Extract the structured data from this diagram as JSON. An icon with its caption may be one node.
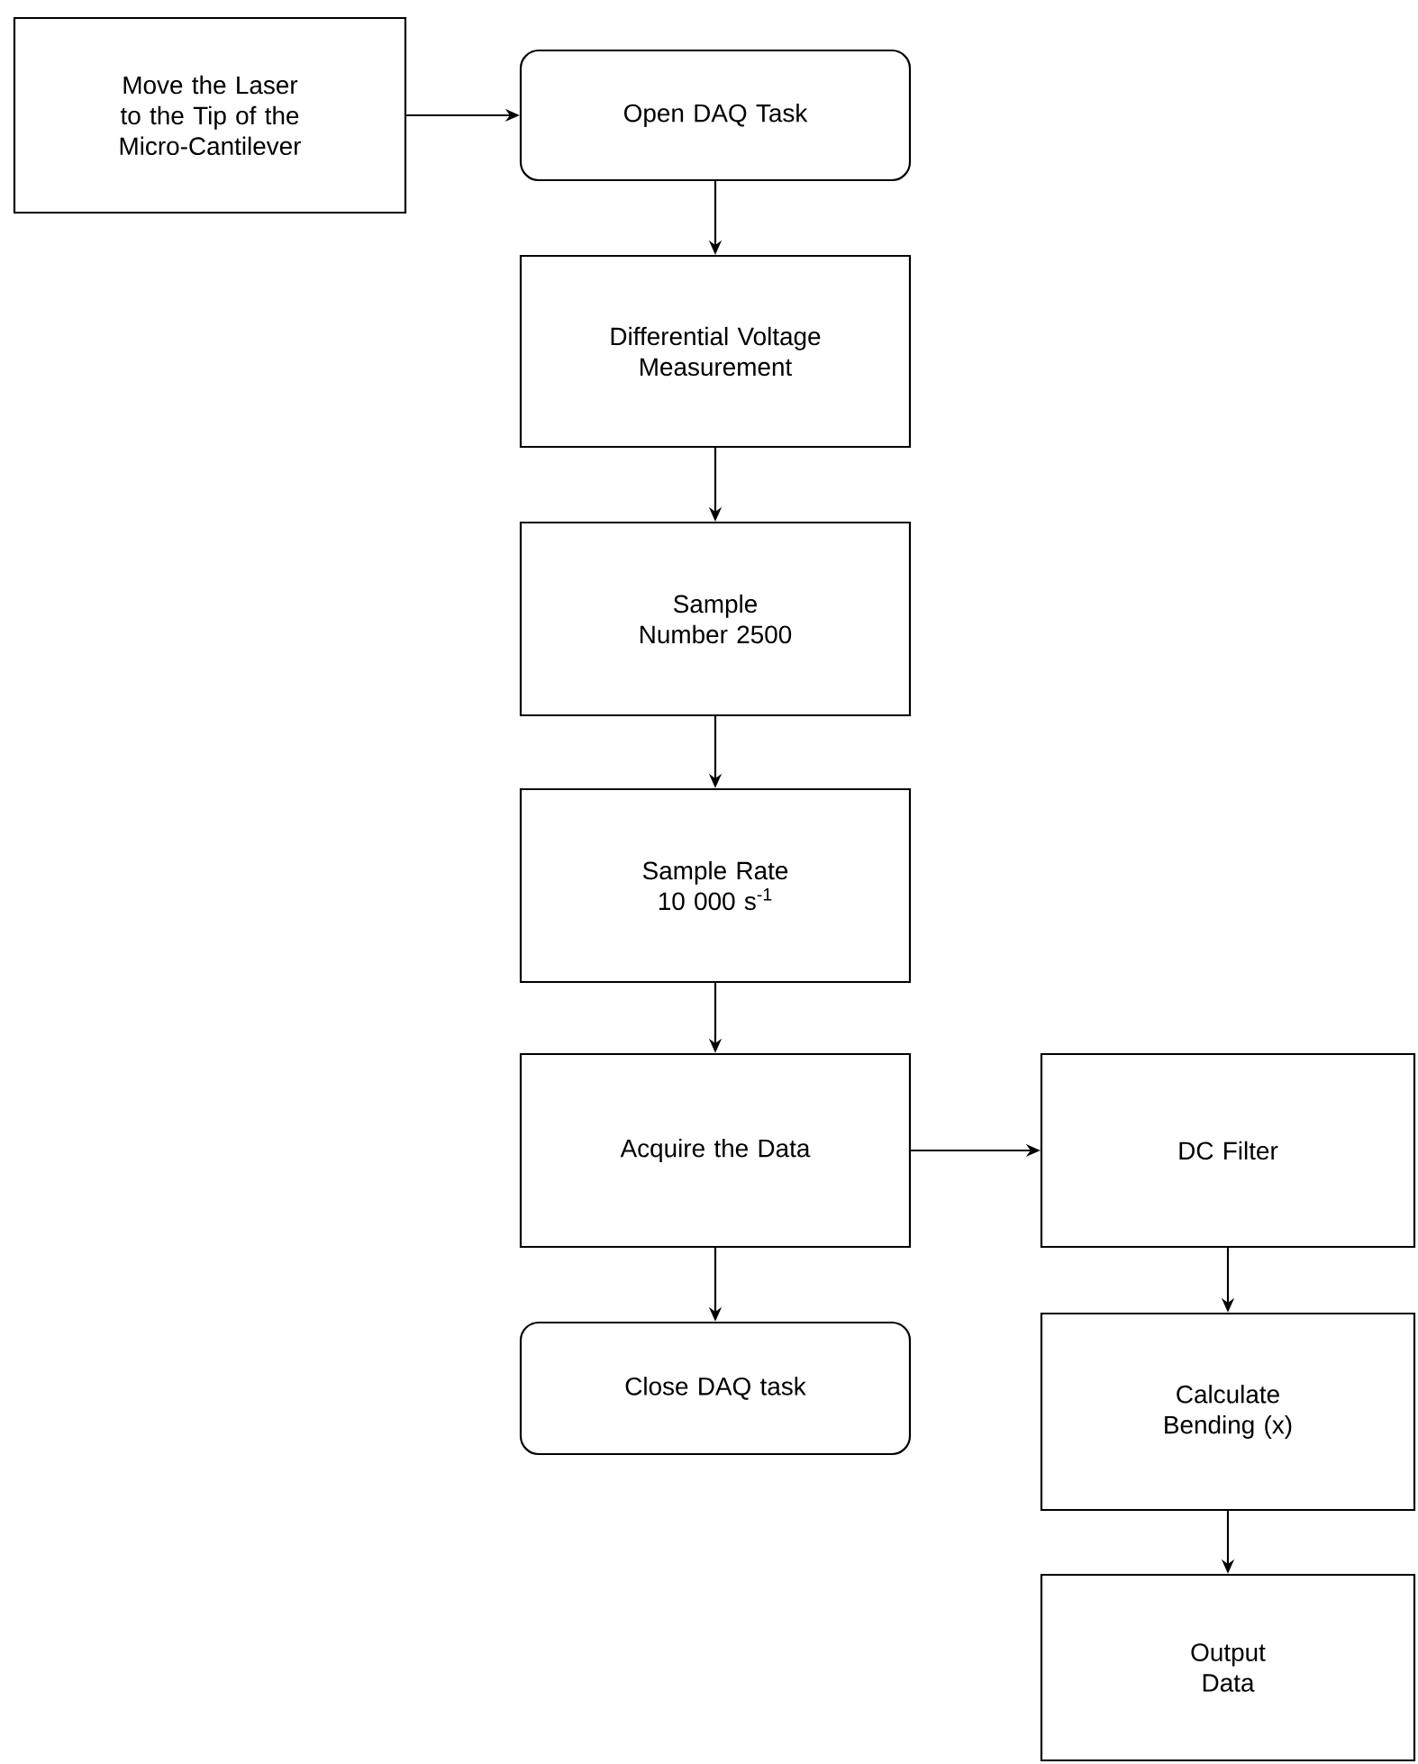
{
  "diagram": {
    "nodes": [
      {
        "text": [
          "Move the Laser to the Tip of the Micro-Cantilever"
        ]
      },
      {
        "text": [
          "Open DAQ Task"
        ]
      },
      {
        "text": [
          "Differential Voltage Measurement"
        ]
      },
      {
        "text": [
          "Sample Number 2500"
        ]
      },
      {
        "text": [
          "Sample Rate 10 000 s$^{-1}$"
        ]
      },
      {
        "text": [
          "Acquire the Data"
        ]
      },
      {
        "text": [
          "DC Filter"
        ]
      },
      {
        "text": [
          "Close DAQ task"
        ]
      },
      {
        "text": [
          "Calculate Bending (x)"
        ]
      },
      {
        "text": [
          "Output Data"
        ]
      }
    ],
    "edges": [
      {
        "from": 0,
        "to": 1,
        "arrow": "to"
      },
      {
        "from": 1,
        "to": 2,
        "arrow": "to"
      },
      {
        "from": 2,
        "to": 3,
        "arrow": "to"
      },
      {
        "from": 3,
        "to": 4,
        "arrow": "to"
      },
      {
        "from": 4,
        "to": 5,
        "arrow": "to"
      },
      {
        "from": 5,
        "to": 6,
        "arrow": "to"
      },
      {
        "from": 5,
        "to": 7,
        "arrow": "to"
      },
      {
        "from": 6,
        "to": 8,
        "arrow": "to"
      },
      {
        "from": 8,
        "to": 9,
        "arrow": "to"
      }
    ]
  }
}
